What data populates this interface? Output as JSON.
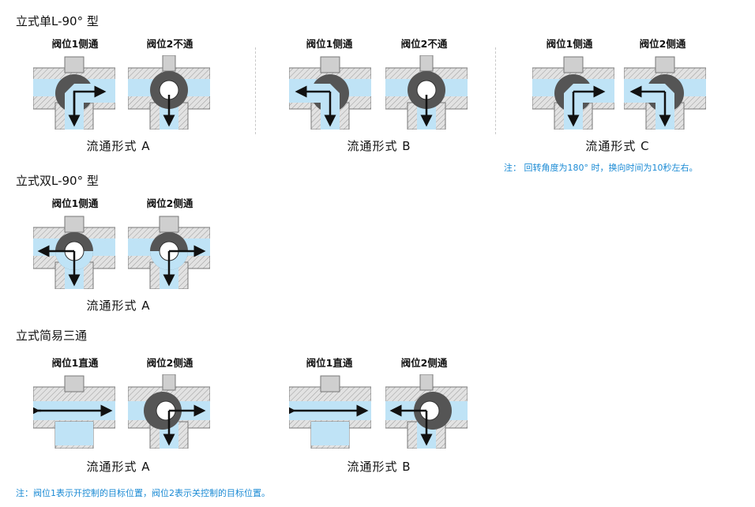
{
  "sections": {
    "single_l": {
      "title": "立式单L-90° 型"
    },
    "double_l": {
      "title": "立式双L-90° 型"
    },
    "simple_tee": {
      "title": "立式简易三通"
    }
  },
  "labels": {
    "pos1_side": "阀位1侧通",
    "pos2_closed": "阀位2不通",
    "pos2_side": "阀位2侧通",
    "pos1_straight": "阀位1直通",
    "flow_a": "流通形式 A",
    "flow_b": "流通形式 B",
    "flow_c": "流通形式 C"
  },
  "notes": {
    "rotation": "注： 回转角度为180° 时，换向时间为10秒左右。",
    "positions": "注：阀位1表示开控制的目标位置，阀位2表示关控制的目标位置。"
  },
  "colors": {
    "flow": "#bfe3f6",
    "body": "#d8d8d8",
    "ball": "#555555",
    "arrow": "#111111"
  }
}
